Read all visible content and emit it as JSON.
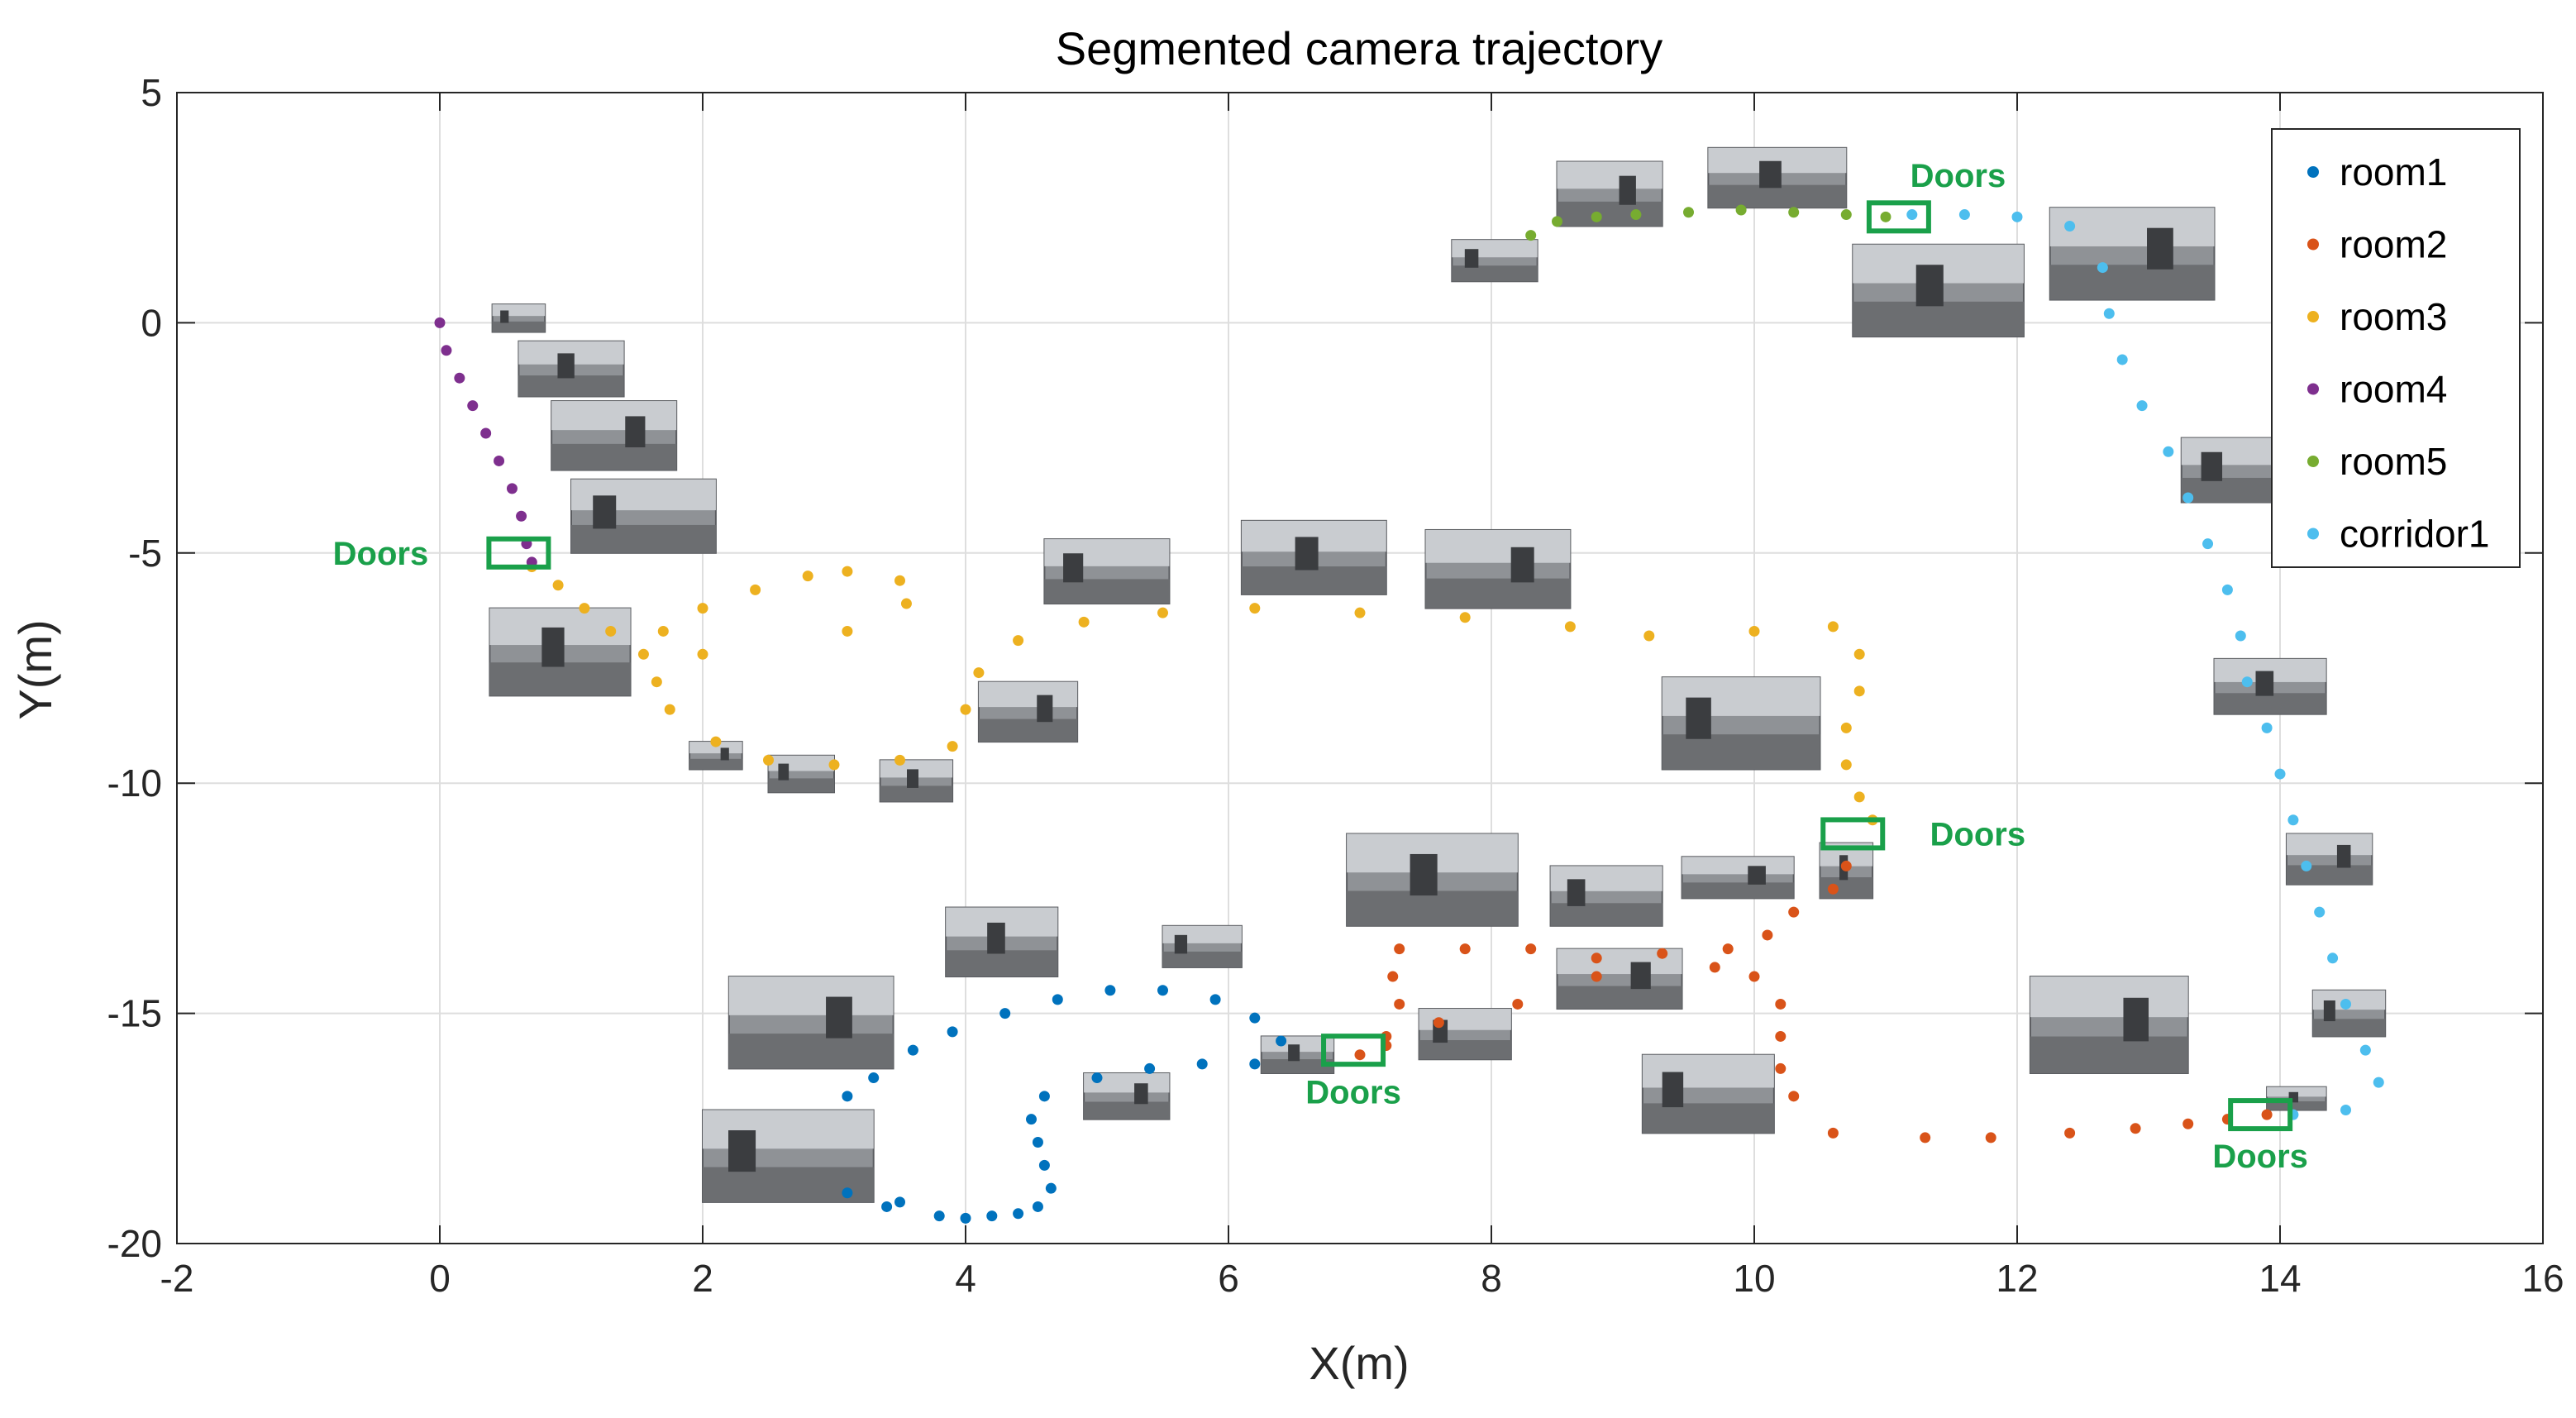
{
  "chart_data": {
    "type": "scatter",
    "title": "Segmented camera trajectory",
    "xlabel": "X(m)",
    "ylabel": "Y(m)",
    "xlim": [
      -2,
      16
    ],
    "ylim": [
      -20,
      5
    ],
    "xticks": [
      -2,
      0,
      2,
      4,
      6,
      8,
      10,
      12,
      14,
      16
    ],
    "yticks": [
      5,
      0,
      -5,
      -10,
      -15,
      -20
    ],
    "grid": true,
    "legend_position": "top-right",
    "series": [
      {
        "name": "room1",
        "color": "#0072bd",
        "points": [
          [
            3.1,
            -16.8
          ],
          [
            3.3,
            -16.4
          ],
          [
            3.6,
            -15.8
          ],
          [
            3.9,
            -15.4
          ],
          [
            4.3,
            -15
          ],
          [
            4.7,
            -14.7
          ],
          [
            5.1,
            -14.5
          ],
          [
            5.5,
            -14.5
          ],
          [
            5.9,
            -14.7
          ],
          [
            6.2,
            -15.1
          ],
          [
            6.4,
            -15.6
          ],
          [
            6.2,
            -16.1
          ],
          [
            5.8,
            -16.1
          ],
          [
            5.4,
            -16.2
          ],
          [
            5,
            -16.4
          ],
          [
            4.6,
            -16.8
          ],
          [
            4.5,
            -17.3
          ],
          [
            4.55,
            -17.8
          ],
          [
            4.6,
            -18.3
          ],
          [
            4.65,
            -18.8
          ],
          [
            4.55,
            -19.2
          ],
          [
            4.2,
            -19.4
          ],
          [
            3.8,
            -19.4
          ],
          [
            3.4,
            -19.2
          ],
          [
            3.1,
            -18.9
          ],
          [
            3.5,
            -19.1
          ],
          [
            4,
            -19.45
          ],
          [
            4.4,
            -19.35
          ]
        ]
      },
      {
        "name": "room2",
        "color": "#d95319",
        "points": [
          [
            7,
            -15.9
          ],
          [
            7.2,
            -15.5
          ],
          [
            7.3,
            -14.8
          ],
          [
            7.25,
            -14.2
          ],
          [
            7.3,
            -13.6
          ],
          [
            7.8,
            -13.6
          ],
          [
            8.3,
            -13.6
          ],
          [
            8.8,
            -13.8
          ],
          [
            9.3,
            -13.7
          ],
          [
            9.8,
            -13.6
          ],
          [
            10.1,
            -13.3
          ],
          [
            10.3,
            -12.8
          ],
          [
            10.6,
            -12.3
          ],
          [
            10.7,
            -11.8
          ],
          [
            9.7,
            -14
          ],
          [
            10,
            -14.2
          ],
          [
            10.2,
            -14.8
          ],
          [
            10.2,
            -15.5
          ],
          [
            10.2,
            -16.2
          ],
          [
            10.3,
            -16.8
          ],
          [
            8.8,
            -14.2
          ],
          [
            8.2,
            -14.8
          ],
          [
            7.6,
            -15.2
          ],
          [
            7.2,
            -15.7
          ],
          [
            10.6,
            -17.6
          ],
          [
            11.3,
            -17.7
          ],
          [
            11.8,
            -17.7
          ],
          [
            12.4,
            -17.6
          ],
          [
            12.9,
            -17.5
          ],
          [
            13.3,
            -17.4
          ],
          [
            13.6,
            -17.3
          ],
          [
            13.9,
            -17.2
          ]
        ]
      },
      {
        "name": "room3",
        "color": "#edb120",
        "points": [
          [
            0.7,
            -5.3
          ],
          [
            0.9,
            -5.7
          ],
          [
            1.1,
            -6.2
          ],
          [
            1.3,
            -6.7
          ],
          [
            1.55,
            -7.2
          ],
          [
            1.7,
            -6.7
          ],
          [
            2,
            -6.2
          ],
          [
            2.4,
            -5.8
          ],
          [
            2.8,
            -5.5
          ],
          [
            3.1,
            -5.4
          ],
          [
            3.5,
            -5.6
          ],
          [
            3.55,
            -6.1
          ],
          [
            3.1,
            -6.7
          ],
          [
            2,
            -7.2
          ],
          [
            1.65,
            -7.8
          ],
          [
            1.75,
            -8.4
          ],
          [
            2.1,
            -9.1
          ],
          [
            2.5,
            -9.5
          ],
          [
            3,
            -9.6
          ],
          [
            3.5,
            -9.5
          ],
          [
            3.9,
            -9.2
          ],
          [
            4,
            -8.4
          ],
          [
            4.1,
            -7.6
          ],
          [
            4.4,
            -6.9
          ],
          [
            4.9,
            -6.5
          ],
          [
            5.5,
            -6.3
          ],
          [
            6.2,
            -6.2
          ],
          [
            7,
            -6.3
          ],
          [
            7.8,
            -6.4
          ],
          [
            8.6,
            -6.6
          ],
          [
            9.2,
            -6.8
          ],
          [
            10,
            -6.7
          ],
          [
            10.6,
            -6.6
          ],
          [
            10.8,
            -7.2
          ],
          [
            10.8,
            -8
          ],
          [
            10.7,
            -8.8
          ],
          [
            10.7,
            -9.6
          ],
          [
            10.8,
            -10.3
          ],
          [
            10.9,
            -10.8
          ]
        ]
      },
      {
        "name": "room4",
        "color": "#7e2f8e",
        "points": [
          [
            0,
            0
          ],
          [
            0.05,
            -0.6
          ],
          [
            0.15,
            -1.2
          ],
          [
            0.25,
            -1.8
          ],
          [
            0.35,
            -2.4
          ],
          [
            0.45,
            -3
          ],
          [
            0.55,
            -3.6
          ],
          [
            0.62,
            -4.2
          ],
          [
            0.66,
            -4.8
          ],
          [
            0.7,
            -5.2
          ]
        ]
      },
      {
        "name": "room5",
        "color": "#77ac30",
        "points": [
          [
            8.3,
            1.9
          ],
          [
            8.5,
            2.2
          ],
          [
            8.8,
            2.3
          ],
          [
            9.1,
            2.35
          ],
          [
            9.5,
            2.4
          ],
          [
            9.9,
            2.45
          ],
          [
            10.3,
            2.4
          ],
          [
            10.7,
            2.35
          ],
          [
            11,
            2.3
          ]
        ]
      },
      {
        "name": "corridor1",
        "color": "#4dbeee",
        "points": [
          [
            11.2,
            2.35
          ],
          [
            11.6,
            2.35
          ],
          [
            12,
            2.3
          ],
          [
            12.4,
            2.1
          ],
          [
            12.65,
            1.2
          ],
          [
            12.7,
            0.2
          ],
          [
            12.8,
            -0.8
          ],
          [
            12.95,
            -1.8
          ],
          [
            13.15,
            -2.8
          ],
          [
            13.3,
            -3.8
          ],
          [
            13.45,
            -4.8
          ],
          [
            13.6,
            -5.8
          ],
          [
            13.7,
            -6.8
          ],
          [
            13.75,
            -7.8
          ],
          [
            13.9,
            -8.8
          ],
          [
            14,
            -9.8
          ],
          [
            14.1,
            -10.8
          ],
          [
            14.2,
            -11.8
          ],
          [
            14.3,
            -12.8
          ],
          [
            14.4,
            -13.8
          ],
          [
            14.5,
            -14.8
          ],
          [
            14.65,
            -15.8
          ],
          [
            14.75,
            -16.5
          ],
          [
            14.5,
            -17.1
          ],
          [
            14.1,
            -17.2
          ]
        ]
      }
    ],
    "annotations": [
      "Doors",
      "Doors",
      "Doors",
      "Doors",
      "Doors"
    ]
  }
}
